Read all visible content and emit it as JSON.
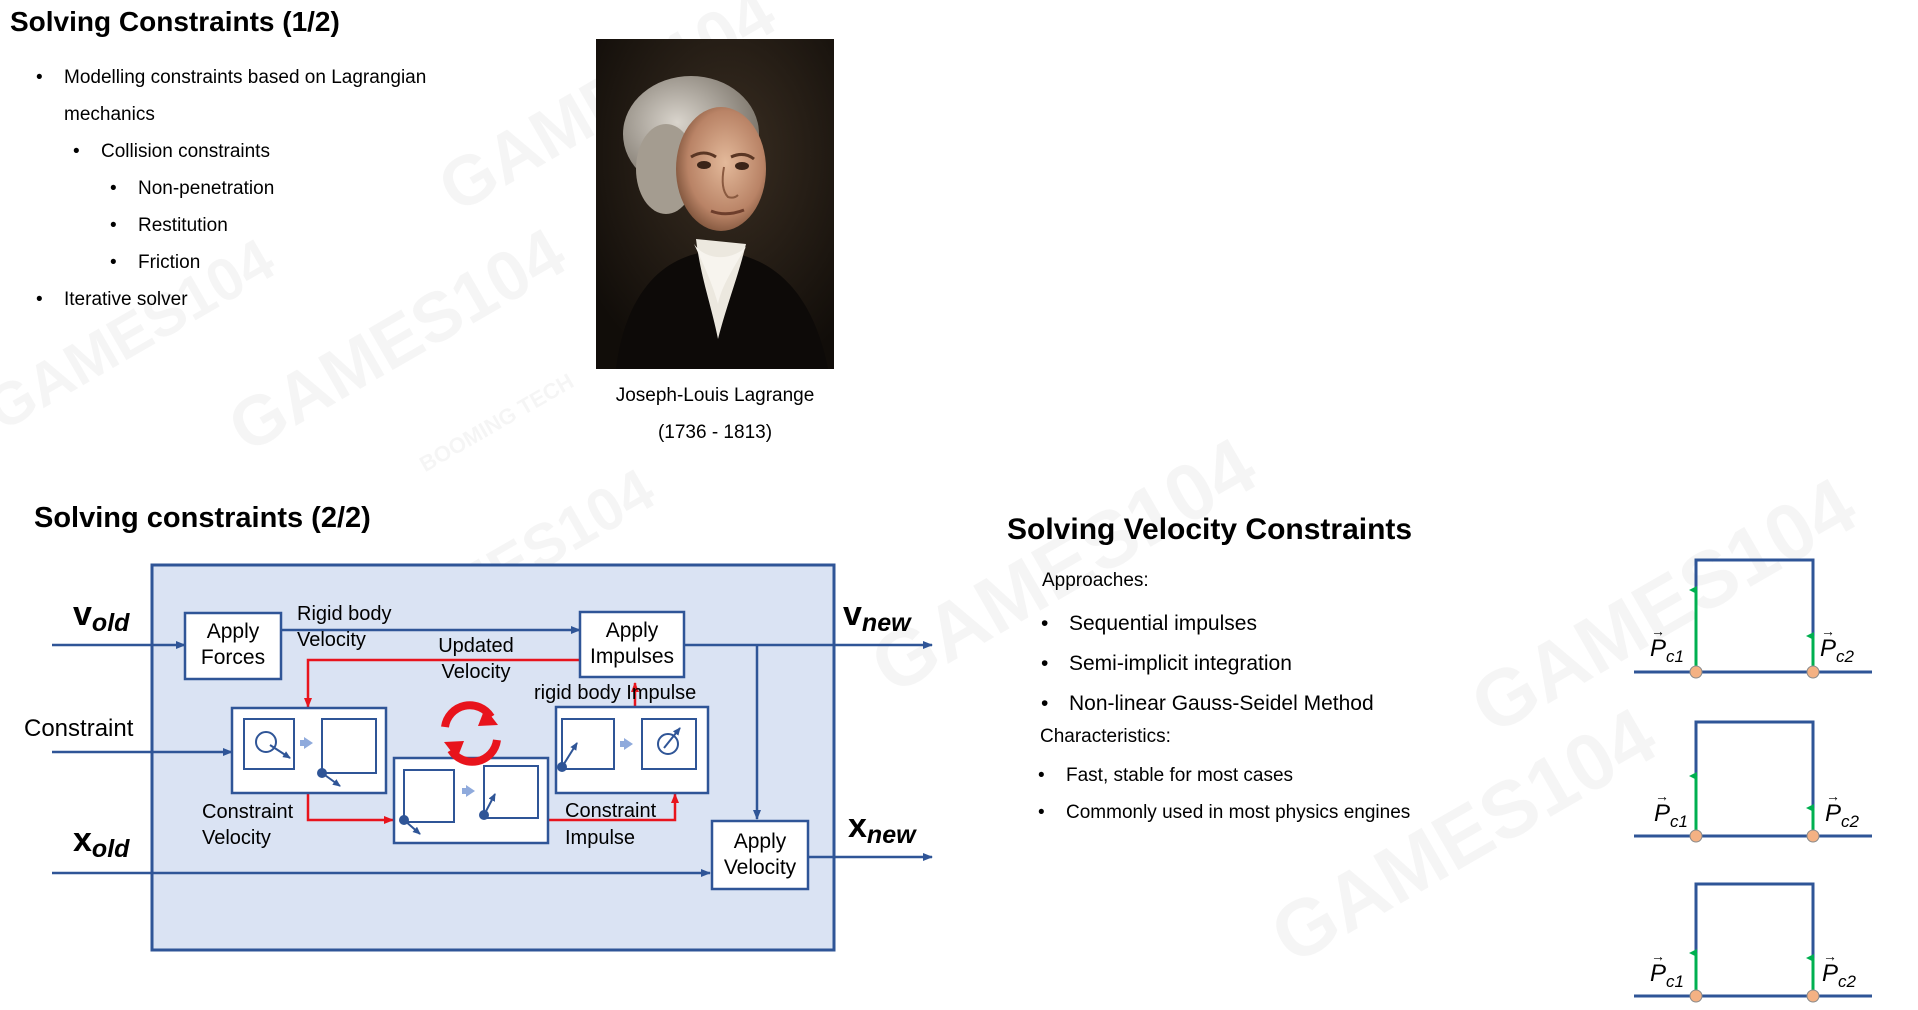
{
  "slide1": {
    "title": "Solving Constraints (1/2)",
    "bullets": [
      {
        "text": "Modelling constraints based on Lagrangian",
        "cont": "mechanics"
      },
      {
        "text": "Collision constraints"
      },
      {
        "text": "Non-penetration"
      },
      {
        "text": "Restitution"
      },
      {
        "text": "Friction"
      },
      {
        "text": "Iterative solver"
      }
    ],
    "portrait_caption_name": "Joseph-Louis Lagrange",
    "portrait_caption_years": "(1736 - 1813)"
  },
  "slide2": {
    "title": "Solving constraints (2/2)",
    "diagram": {
      "v_old_main": "v",
      "v_old_sub": "old",
      "v_new_main": "v",
      "v_new_sub": "new",
      "x_old_main": "x",
      "x_old_sub": "old",
      "x_new_main": "x",
      "x_new_sub": "new",
      "constraint_input": "Constraint",
      "apply_forces_1": "Apply",
      "apply_forces_2": "Forces",
      "apply_impulses_1": "Apply",
      "apply_impulses_2": "Impulses",
      "apply_velocity_1": "Apply",
      "apply_velocity_2": "Velocity",
      "rigid_body_velocity_1": "Rigid body",
      "rigid_body_velocity_2": "Velocity",
      "updated_velocity_1": "Updated",
      "updated_velocity_2": "Velocity",
      "rigid_body_impulse": "rigid body Impulse",
      "constraint_velocity_1": "Constraint",
      "constraint_velocity_2": "Velocity",
      "constraint_impulse_1": "Constraint",
      "constraint_impulse_2": "Impulse"
    },
    "colors": {
      "flow": "#2f5597",
      "loop": "#e8141c",
      "panel_fill": "#dae3f3"
    }
  },
  "slide3": {
    "title": "Solving Velocity Constraints",
    "approaches_label": "Approaches:",
    "approaches": [
      "Sequential impulses",
      "Semi-implicit integration",
      "Non-linear Gauss-Seidel Method"
    ],
    "characteristics_label": "Characteristics:",
    "characteristics": [
      "Fast, stable for most cases",
      "Commonly used in most physics engines"
    ],
    "contact_label_1": "P",
    "contact_sub_1": "c1",
    "contact_label_2": "P",
    "contact_sub_2": "c2",
    "colors": {
      "box": "#2f5597",
      "arrow": "#00b050",
      "contact": "#f4b183"
    }
  },
  "watermark": {
    "brand": "GAMES104",
    "sub": "BOOMING TECH"
  }
}
